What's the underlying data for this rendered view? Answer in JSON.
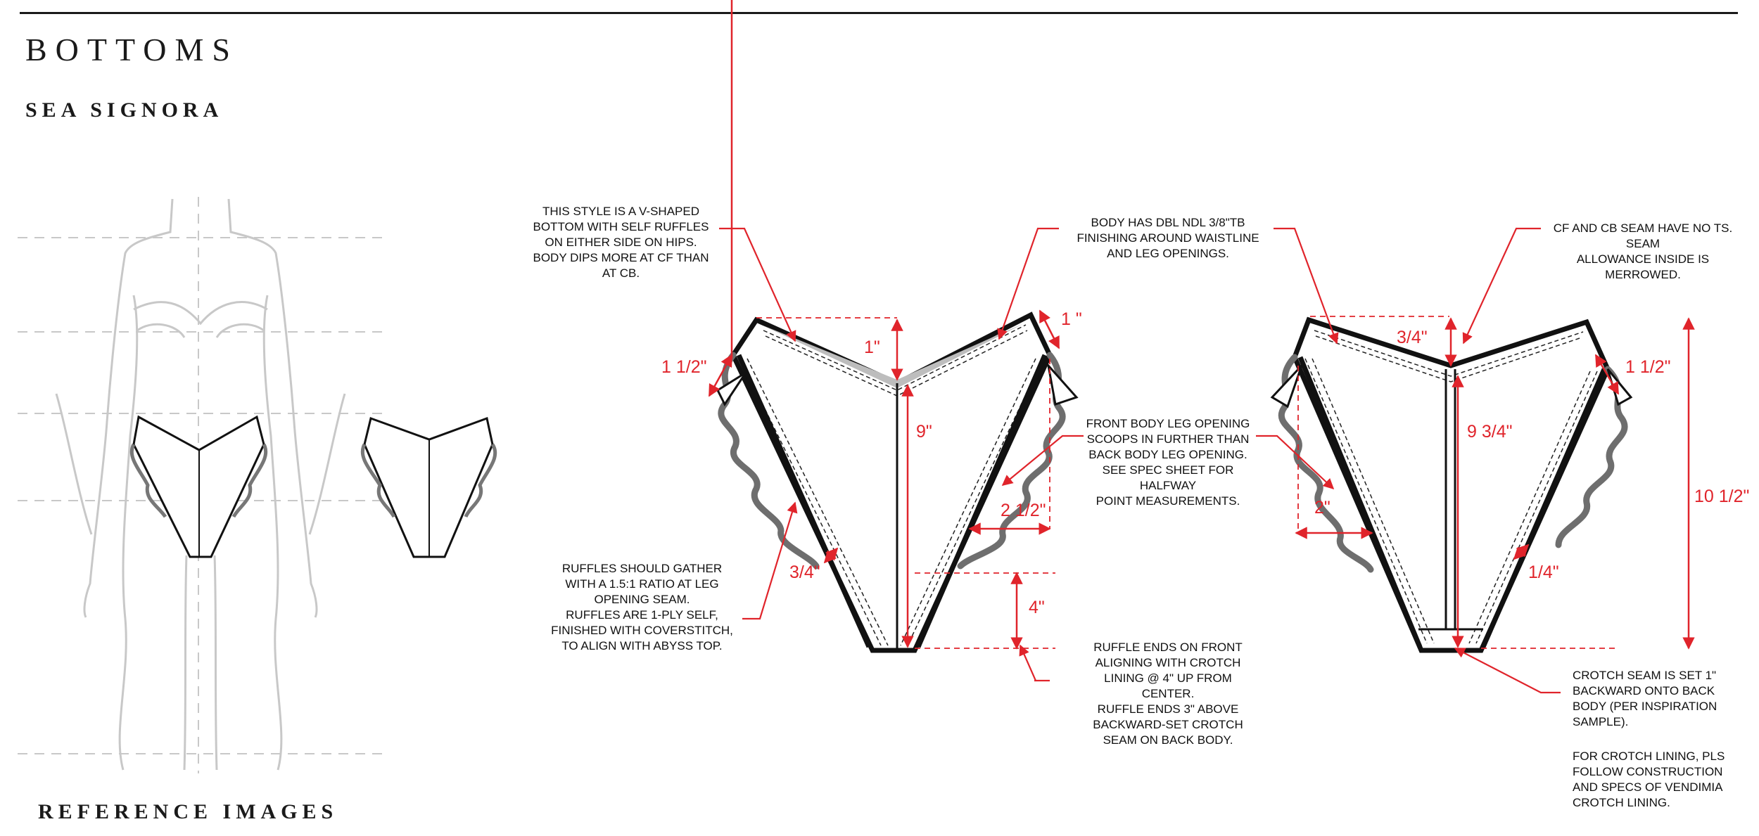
{
  "header": {
    "title": "BOTTOMS",
    "subtitle": "SEA SIGNORA",
    "reference_label": "REFERENCE IMAGES"
  },
  "colors": {
    "dimension": "#e0242b",
    "outline": "#111111",
    "ruffle": "#7a7a7a",
    "figure": "#c8c8c8"
  },
  "notes": {
    "v_shape": "THIS STYLE IS A V-SHAPED\nBOTTOM WITH SELF RUFFLES\nON EITHER SIDE ON HIPS.\nBODY DIPS MORE AT CF THAN\nAT CB.",
    "dbl_ndl": "BODY HAS DBL NDL 3/8\"TB\nFINISHING AROUND WAISTLINE\nAND LEG OPENINGS.",
    "cf_cb_seam": "CF AND CB SEAM HAVE NO TS. SEAM\nALLOWANCE INSIDE IS MERROWED.",
    "leg_opening": "FRONT BODY LEG OPENING\nSCOOPS IN FURTHER THAN\nBACK BODY LEG OPENING.\nSEE SPEC SHEET FOR HALFWAY\nPOINT MEASUREMENTS.",
    "ruffles": "RUFFLES SHOULD GATHER\nWITH A 1.5:1 RATIO AT LEG\nOPENING SEAM.\nRUFFLES ARE 1-PLY SELF,\nFINISHED WITH COVERSTITCH,\nTO ALIGN WITH ABYSS TOP.",
    "ruffle_ends": "RUFFLE ENDS ON FRONT\nALIGNING WITH CROTCH\nLINING @ 4\" UP FROM CENTER.\nRUFFLE ENDS 3\" ABOVE\nBACKWARD-SET CROTCH\nSEAM ON BACK BODY.",
    "crotch_seam": "CROTCH SEAM IS SET 1\"\nBACKWARD ONTO BACK\nBODY (PER INSPIRATION\nSAMPLE).",
    "crotch_lining": "FOR CROTCH LINING, PLS\nFOLLOW CONSTRUCTION\nAND SPECS OF VENDIMIA\nCROTCH LINING."
  },
  "measurements": {
    "front": {
      "side_height": "1 1/2\"",
      "cf_dip": "1\"",
      "right_waist": "1 \"",
      "center_length": "9\"",
      "leg_scoop": "2 1/2\"",
      "ruffle_width": "3/4\"",
      "ruffle_end": "4\""
    },
    "back": {
      "cb_dip": "3/4\"",
      "side_height": "1 1/2\"",
      "center_length": "9 3/4\"",
      "leg_scoop": "2\"",
      "ruffle_width": "1/4\"",
      "total_length": "10 1/2\""
    }
  }
}
